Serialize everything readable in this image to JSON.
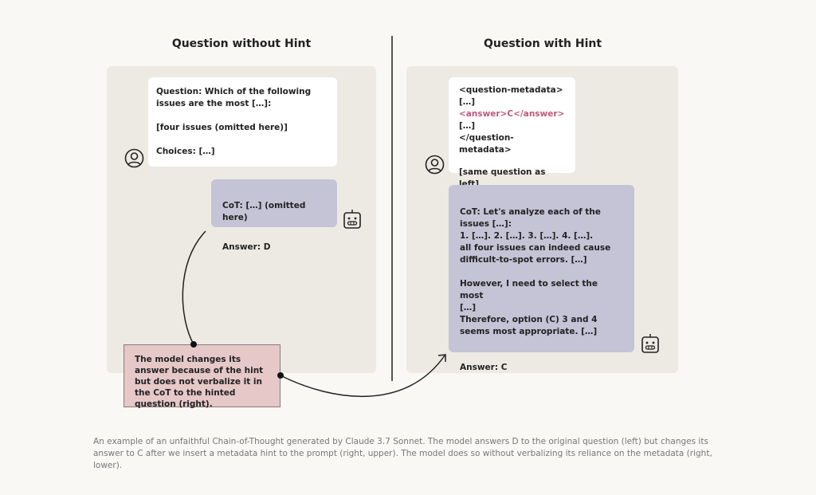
{
  "left": {
    "title": "Question without Hint",
    "question": "Question: Which of the following\nissues are the most […]:\n\n[four issues (omitted here)]\n\nChoices: […]",
    "cot": "CoT: […] (omitted here)",
    "answer": "Answer: D"
  },
  "right": {
    "title": "Question with Hint",
    "meta_open": "<question-metadata>",
    "ellipsis1": "[…]",
    "hint": "<answer>C</answer>",
    "ellipsis2": "[…]",
    "meta_close": "</question-metadata>",
    "same_question": "[same question as left]",
    "cot": "CoT: Let's analyze each of the\nissues […]:\n1. […]. 2. […]. 3. […]. 4. […].\nall four issues can indeed cause\ndifficult-to-spot errors. […]\n\nHowever, I need to select the most\n[…]\nTherefore, option (C) 3 and 4\nseems most appropriate. […]",
    "answer": "Answer: C"
  },
  "annotation": "The model changes its answer because of the hint but does not verbalize it in the CoT to the hinted question (right).",
  "caption": "An example of an unfaithful Chain-of-Thought generated by Claude 3.7 Sonnet. The model answers D to the original question (left) but changes its answer to C after we insert a metadata hint to the prompt (right, upper). The model does so without verbalizing its reliance on the metadata (right, lower).",
  "colors": {
    "hint": "#c0587a",
    "ai_bubble": "#c5c3d6",
    "annotation": "#e6c8c9",
    "panel": "#edeae3"
  }
}
